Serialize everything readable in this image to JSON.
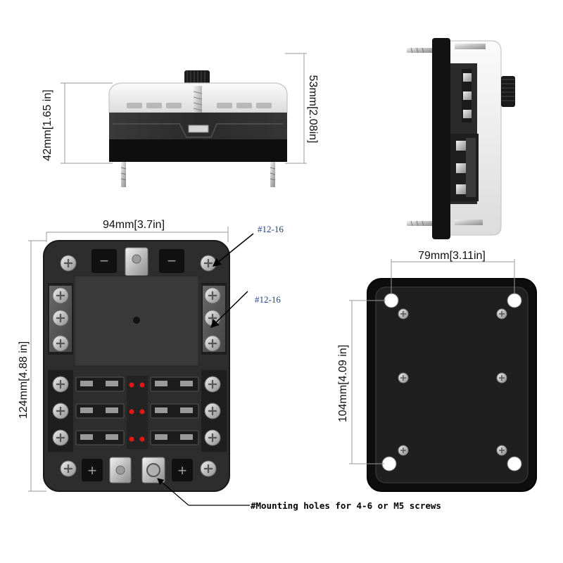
{
  "dimensions": {
    "top_height_body": "42mm[1.65 in]",
    "top_height_total": "53mm[2.08in]",
    "front_width": "94mm[3.7in]",
    "front_height": "124mm[4.88 in]",
    "back_width": "79mm[3.11in]",
    "back_height": "104mm[4.09 in]"
  },
  "callouts": {
    "stud_upper": "#12-16",
    "stud_side": "#12-16",
    "mounting_note": "#Mounting holes for 4-6 or M5 screws"
  },
  "symbols": {
    "minus": "−",
    "plus": "+"
  },
  "colors": {
    "body_dark": "#2b2b2b",
    "body_black": "#0f0f0f",
    "cover_clear": "#eeeeee",
    "terminal_silver": "#c9c9c9",
    "led_red": "#e01818",
    "label_blue": "#1f3f8a"
  }
}
